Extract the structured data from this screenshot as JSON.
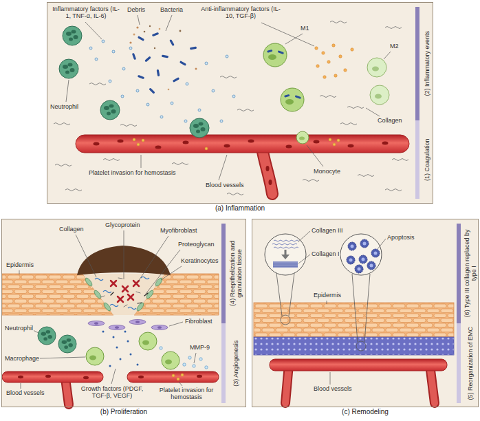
{
  "diagram": {
    "nodes": [
      {
        "text": [
          "(a) Inflammation"
        ]
      },
      {
        "text": [
          "(b) Proliferation"
        ]
      },
      {
        "text": [
          "(c) Remodeling"
        ]
      }
    ],
    "labels": [
      "Inflammatory factors (IL-1, TNF-α, IL-6)",
      "Debris",
      "Bacteria",
      "Anti-inflammatory factors (IL-10, TGF-β)",
      "M1",
      "M2",
      "(2) Inflammatory events",
      "Neutrophil",
      "Collagen",
      "(1) Coagulation",
      "Platelet invasion for hemostasis",
      "Blood vessels",
      "Monocyte",
      "Collagen",
      "Glycoprotein",
      "Myofibroblast",
      "Proteoglycan",
      "Epidermis",
      "Keratinocytes",
      "(4) Reepithelization and granulation tissue",
      "Neutrophil",
      "Fibroblast",
      "Macrophage",
      "MMP-9",
      "(3) Angiogenesis",
      "Growth factors (PDGF, TGF-β, VEGF)",
      "Blood vessels",
      "Platelet invasion for hemostasis",
      "Collagen III",
      "Collagen I",
      "Apoptosis",
      "(6) Type III collagen replaced by type I",
      "Epidermis",
      "(5) Reorganization of EMC",
      "Blood vessels"
    ]
  }
}
